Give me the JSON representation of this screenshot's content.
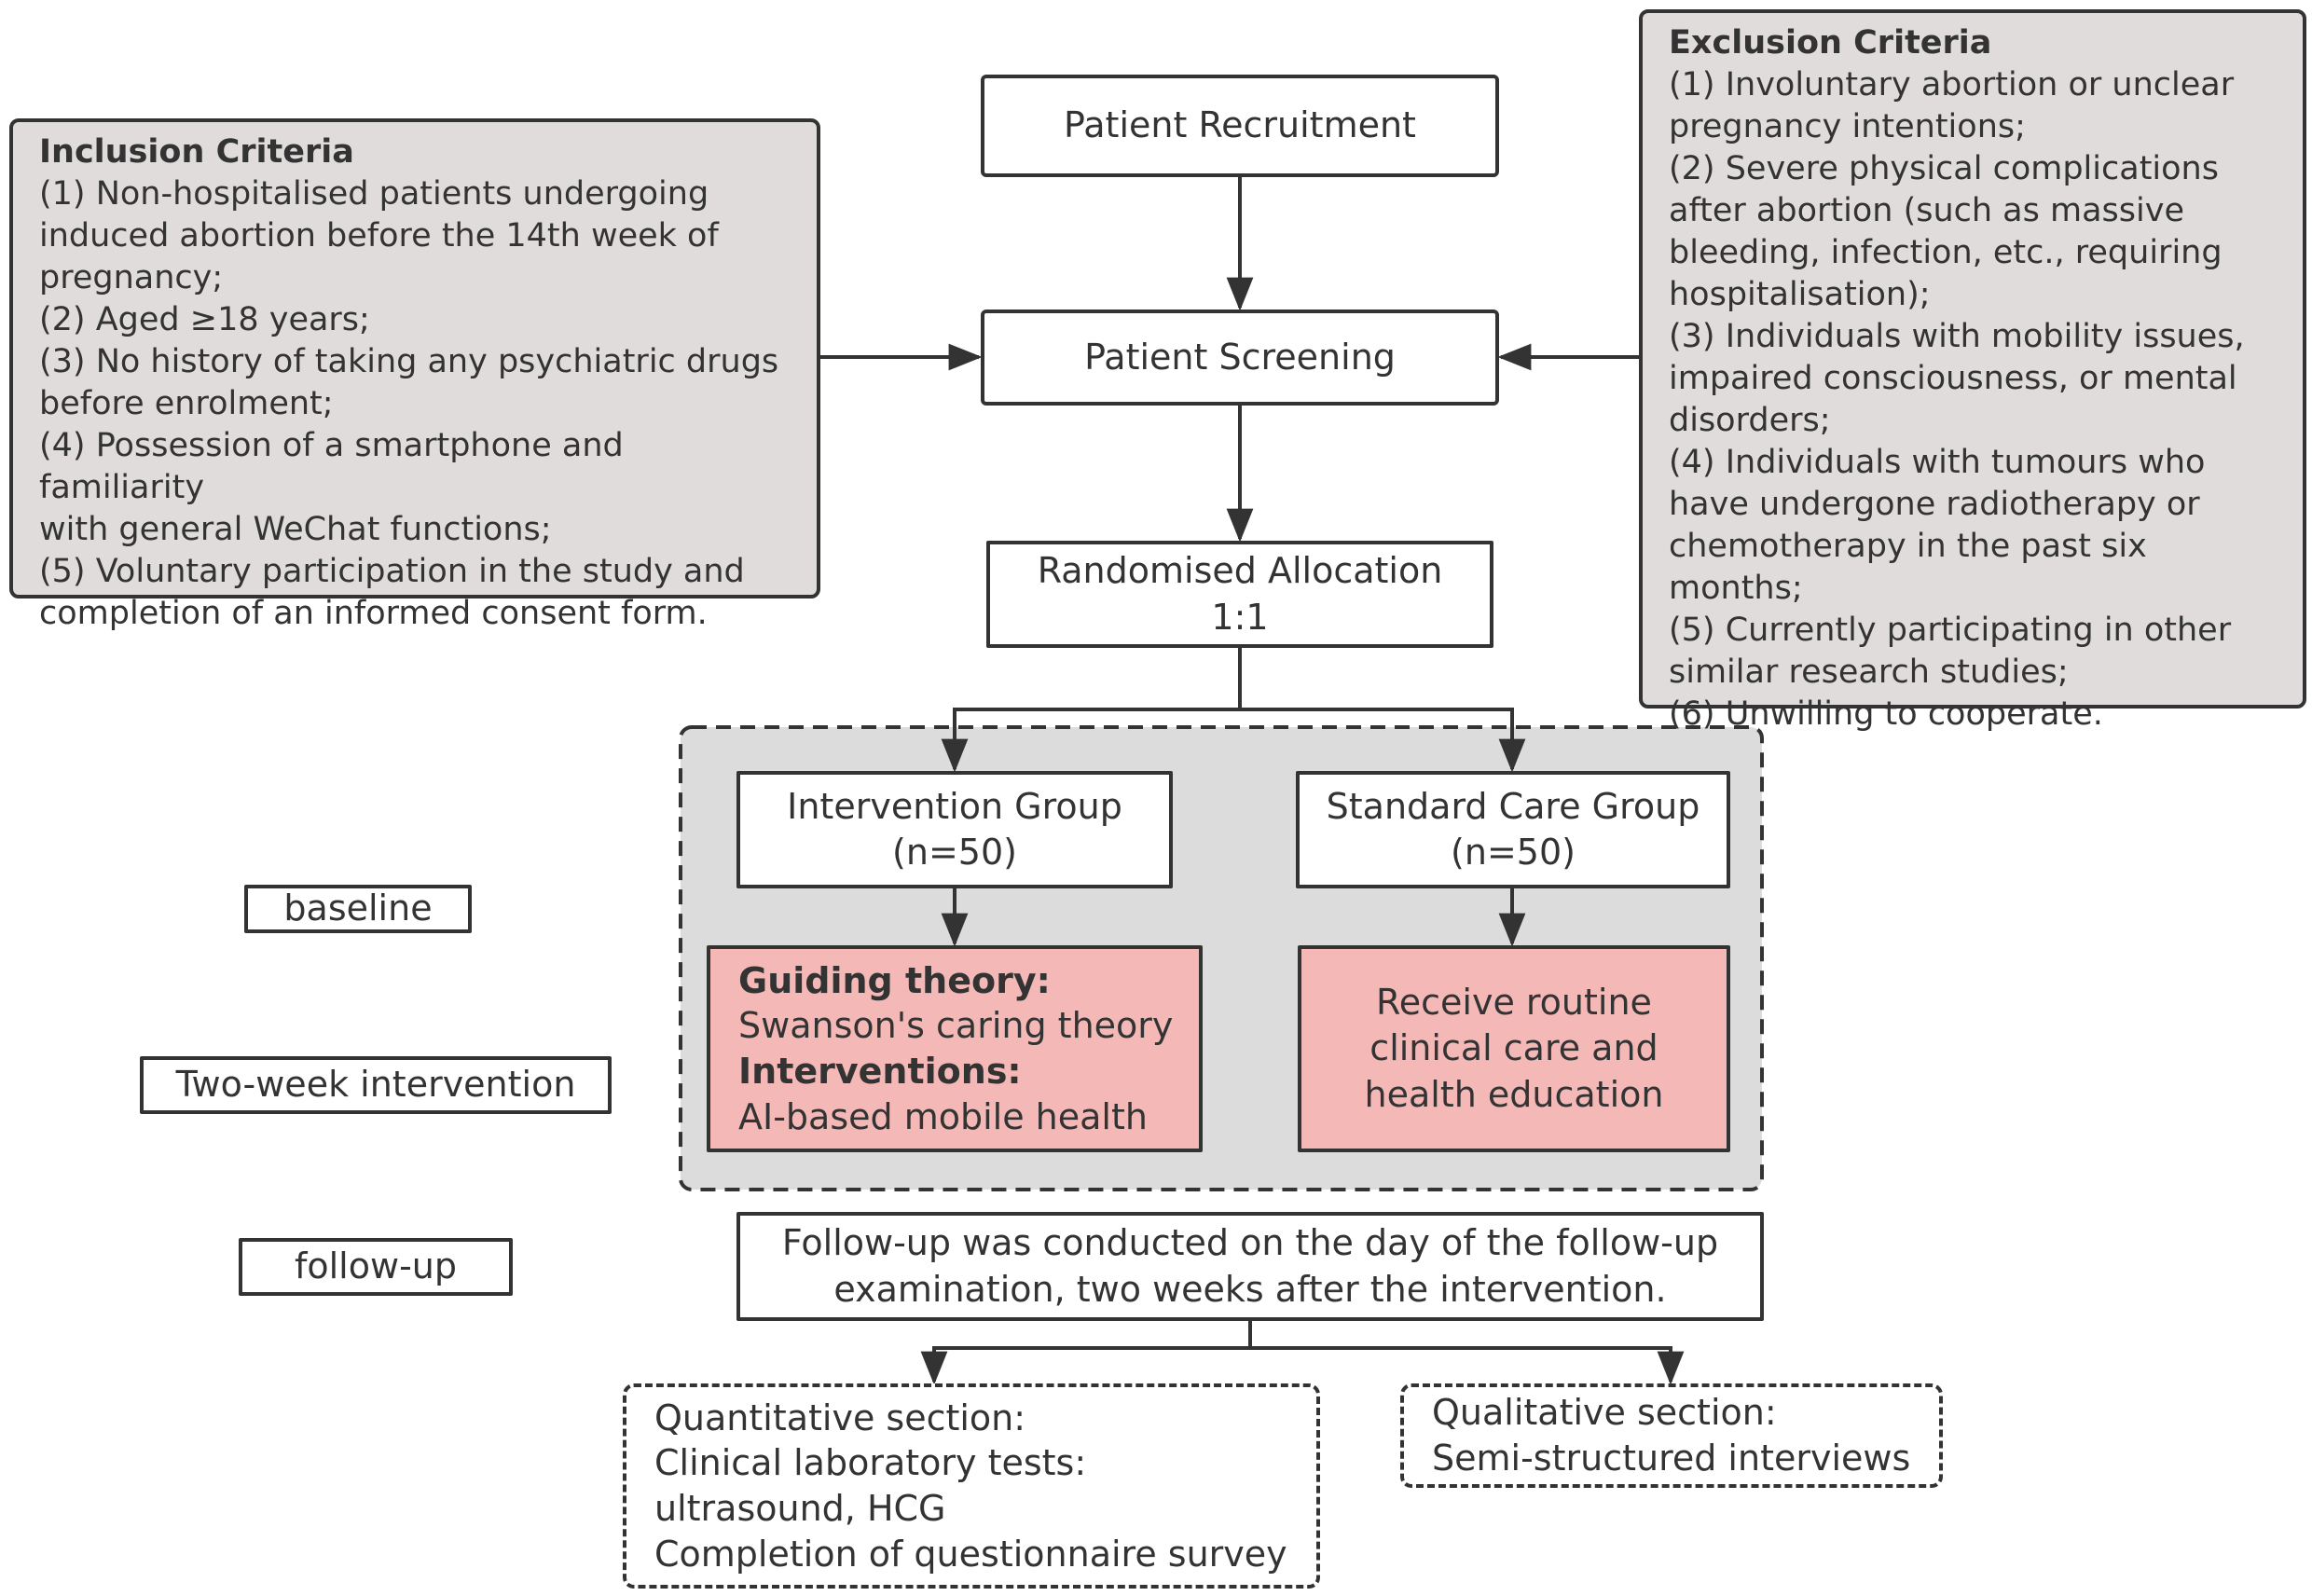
{
  "inclusion": {
    "title": "Inclusion Criteria",
    "items": [
      "(1) Non-hospitalised patients undergoing",
      "induced abortion before the 14th week of",
      "pregnancy;",
      "(2) Aged ≥18 years;",
      "(3) No history of taking any psychiatric drugs",
      "before enrolment;",
      "(4) Possession of a smartphone and familiarity",
      "with general WeChat functions;",
      "(5) Voluntary participation in the study and",
      "completion of an informed consent form."
    ]
  },
  "exclusion": {
    "title": "Exclusion Criteria",
    "items": [
      "(1) Involuntary abortion or unclear",
      "pregnancy intentions;",
      "(2) Severe physical complications",
      "after abortion (such as massive",
      "bleeding, infection, etc., requiring",
      "hospitalisation);",
      "(3) Individuals with mobility issues,",
      "impaired consciousness, or mental",
      "disorders;",
      "(4) Individuals with tumours who",
      "have undergone radiotherapy or",
      "chemotherapy in the past six months;",
      "(5) Currently participating in other",
      "similar research studies;",
      "(6) Unwilling to cooperate."
    ]
  },
  "recruitment": "Patient Recruitment",
  "screening": "Patient Screening",
  "allocation": {
    "line1": "Randomised Allocation",
    "line2": "1:1"
  },
  "intervention_group": {
    "line1": "Intervention Group",
    "line2": "(n=50)"
  },
  "standard_group": {
    "line1": "Standard Care Group",
    "line2": "(n=50)"
  },
  "intervention_detail": {
    "theory_label": "Guiding theory:",
    "theory": "Swanson's caring theory",
    "interventions_label": "Interventions:",
    "interventions": "AI-based mobile health"
  },
  "standard_detail": {
    "line1": "Receive routine",
    "line2": "clinical care and",
    "line3": "health education"
  },
  "phases": {
    "baseline": "baseline",
    "intervention": "Two-week intervention",
    "followup": "follow-up"
  },
  "followup_box": {
    "line1": "Follow-up was conducted on the day of the follow-up",
    "line2": "examination, two weeks after the intervention."
  },
  "quantitative": {
    "line1": "Quantitative section:",
    "line2": "Clinical laboratory tests:",
    "line3": "ultrasound, HCG",
    "line4": "Completion of questionnaire survey"
  },
  "qualitative": {
    "line1": "Qualitative section:",
    "line2": "Semi-structured interviews"
  },
  "colors": {
    "stroke": "#333333",
    "criteria_fill": "#e0dcdc",
    "group_fill": "#dcdcdc",
    "detail_fill": "#f4b8b6"
  }
}
